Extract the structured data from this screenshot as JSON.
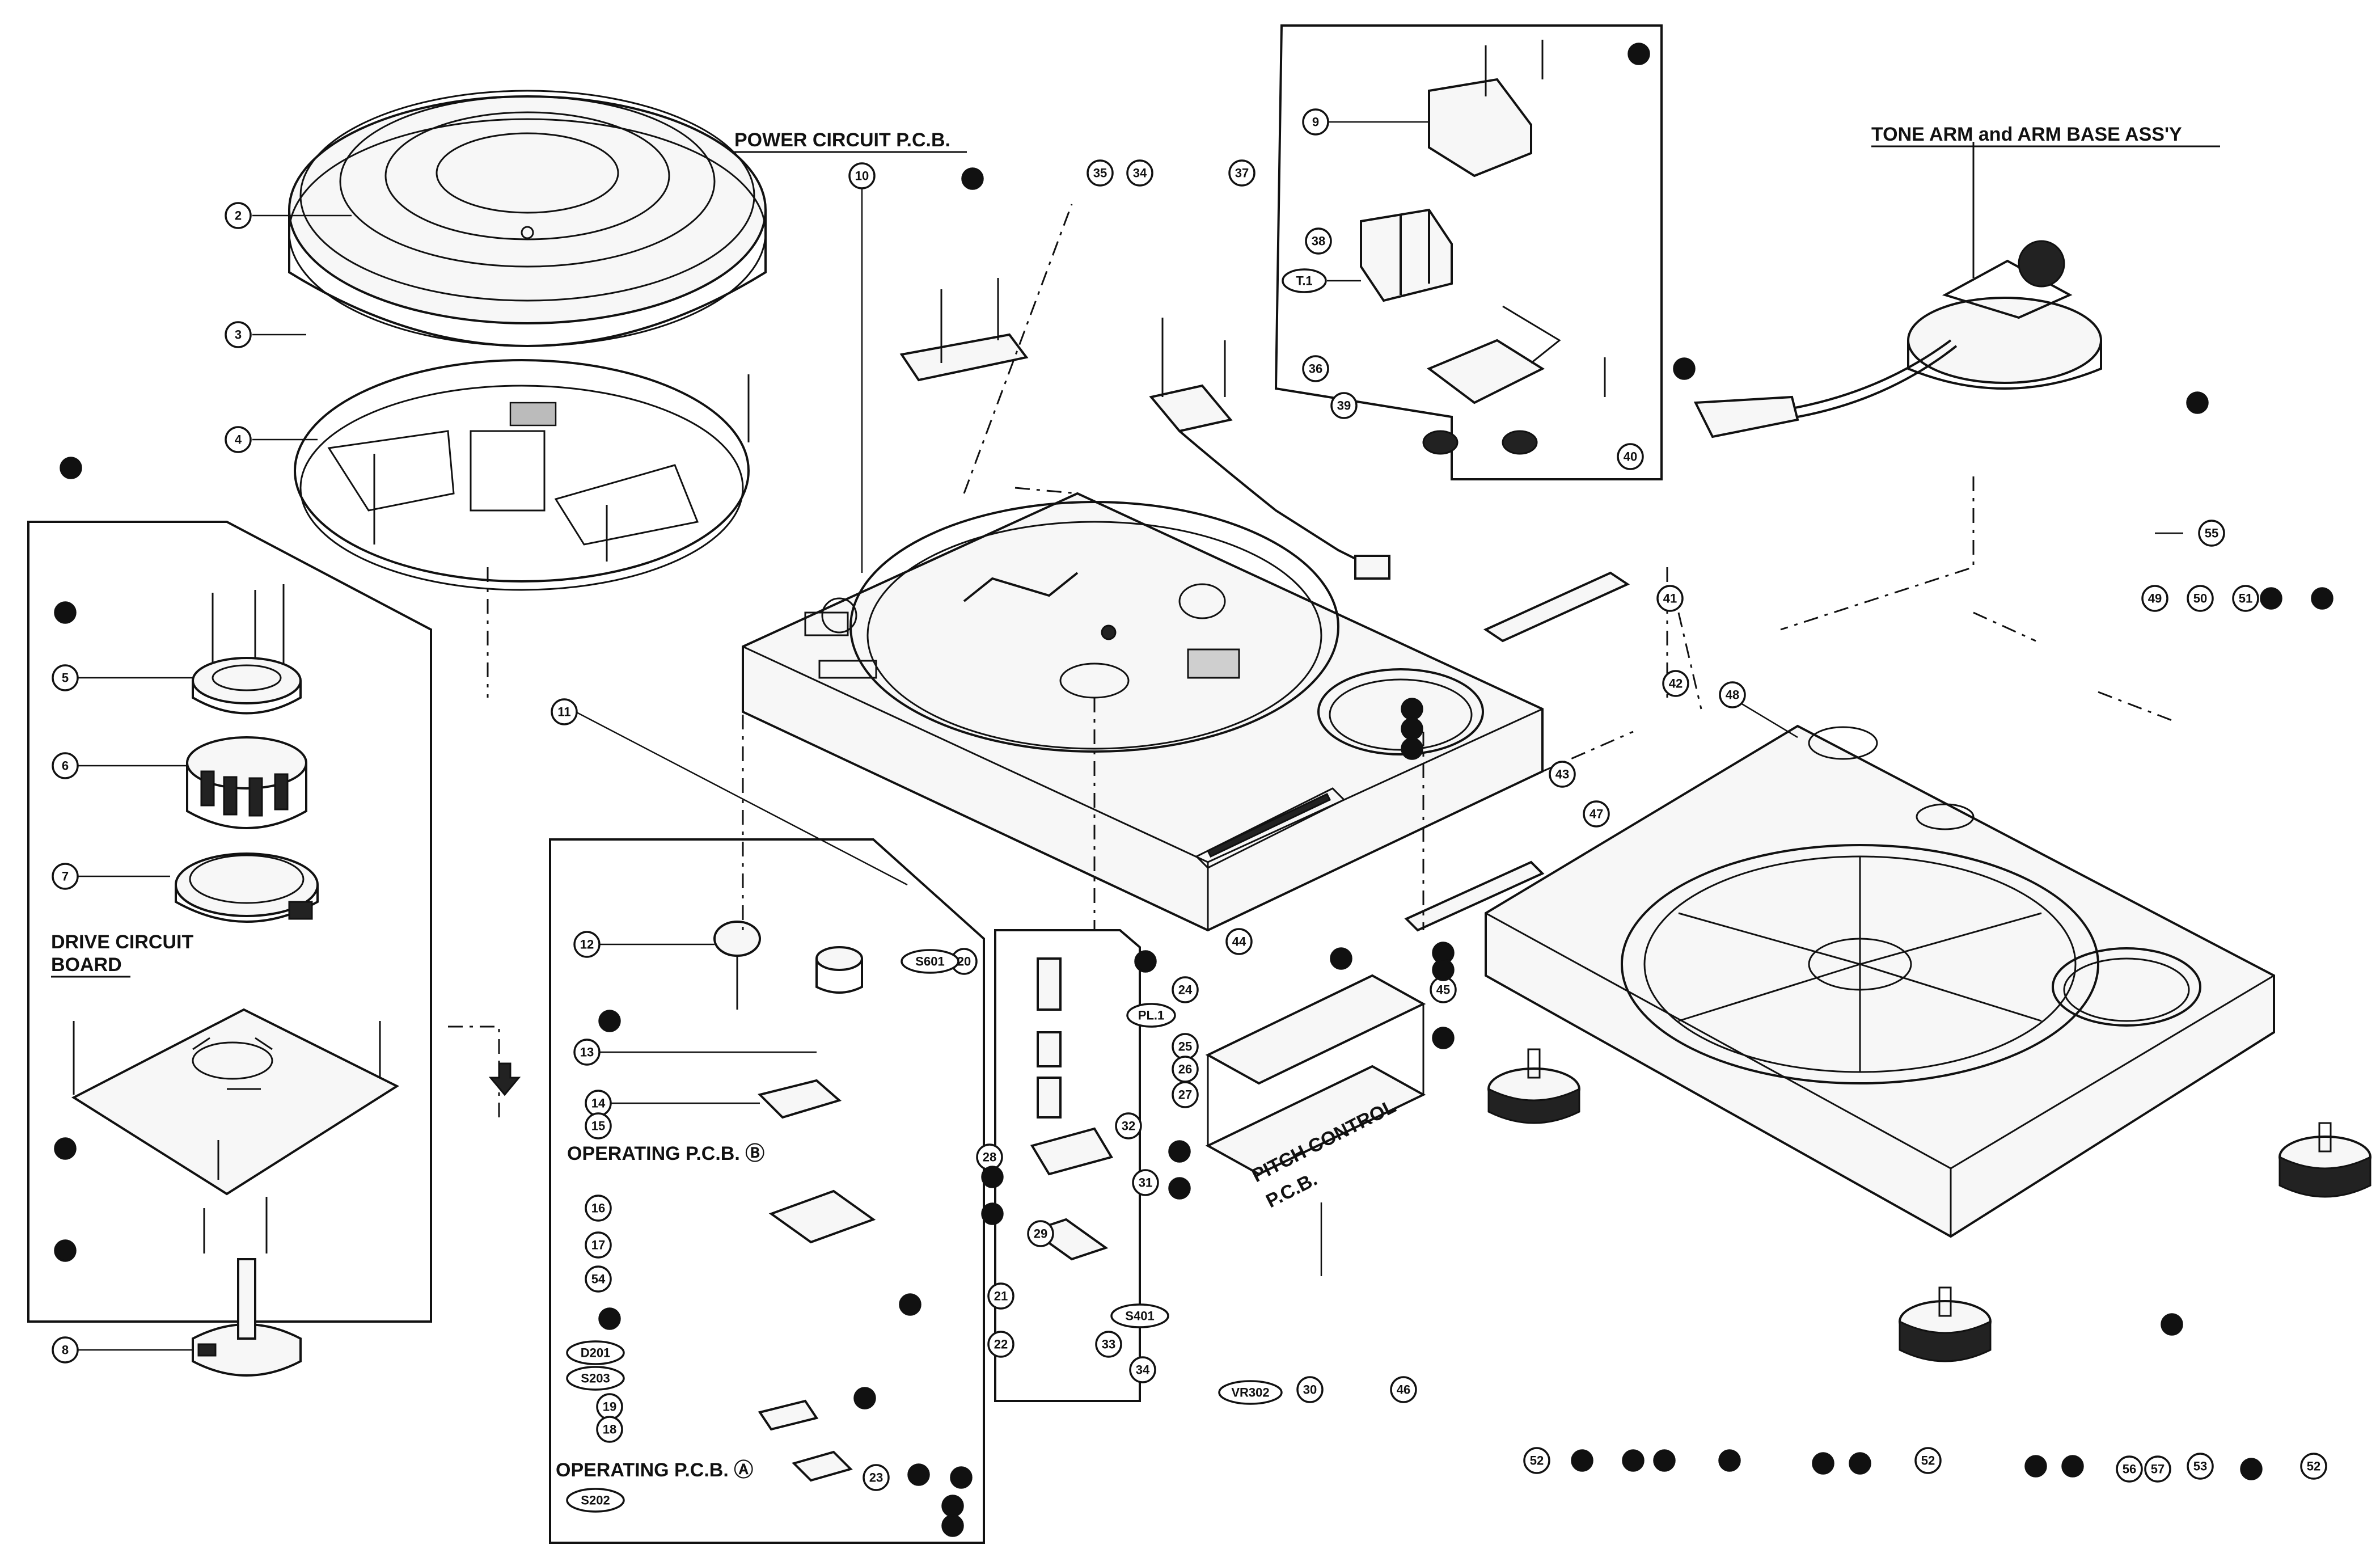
{
  "titles": {
    "power_circuit_pcb": "POWER CIRCUIT P.C.B.",
    "tone_arm_assy": "TONE ARM and ARM BASE ASS'Y",
    "drive_circuit_board_line1": "DRIVE CIRCUIT",
    "drive_circuit_board_line2": "BOARD",
    "operating_pcb_b": "OPERATING P.C.B. Ⓑ",
    "operating_pcb_a": "OPERATING P.C.B. Ⓐ",
    "pitch_control_pcb_line1": "PITCH CONTROL",
    "pitch_control_pcb_line2": "P.C.B."
  },
  "callouts": {
    "c2": "2",
    "c3": "3",
    "c4": "4",
    "c5": "5",
    "c6": "6",
    "c7": "7",
    "c8": "8",
    "c9": "9",
    "c10": "10",
    "c11": "11",
    "c12": "12",
    "c13": "13",
    "c14": "14",
    "c15": "15",
    "c16": "16",
    "c17": "17",
    "c18": "18",
    "c19": "19",
    "c20": "20",
    "c21": "21",
    "c22": "22",
    "c23": "23",
    "c24": "24",
    "c25": "25",
    "c26": "26",
    "c27": "27",
    "c28": "28",
    "c29": "29",
    "c30": "30",
    "c31": "31",
    "c32": "32",
    "c33": "33",
    "c34": "34",
    "c35": "35",
    "c36": "36",
    "c37": "37",
    "c38": "38",
    "c39": "39",
    "c40": "40",
    "c41": "41",
    "c42": "42",
    "c43": "43",
    "c44": "44",
    "c45": "45",
    "c46": "46",
    "c47": "47",
    "c48": "48",
    "c49": "49",
    "c50": "50",
    "c51": "51",
    "c52": "52",
    "c53": "53",
    "c54": "54",
    "c55": "55",
    "c56": "56",
    "c57": "57",
    "t1": "T.1",
    "pl1": "PL.1",
    "s601": "S601",
    "s401": "S401",
    "d201": "D201",
    "s203": "S203",
    "s202": "S202",
    "vr302": "VR302"
  }
}
